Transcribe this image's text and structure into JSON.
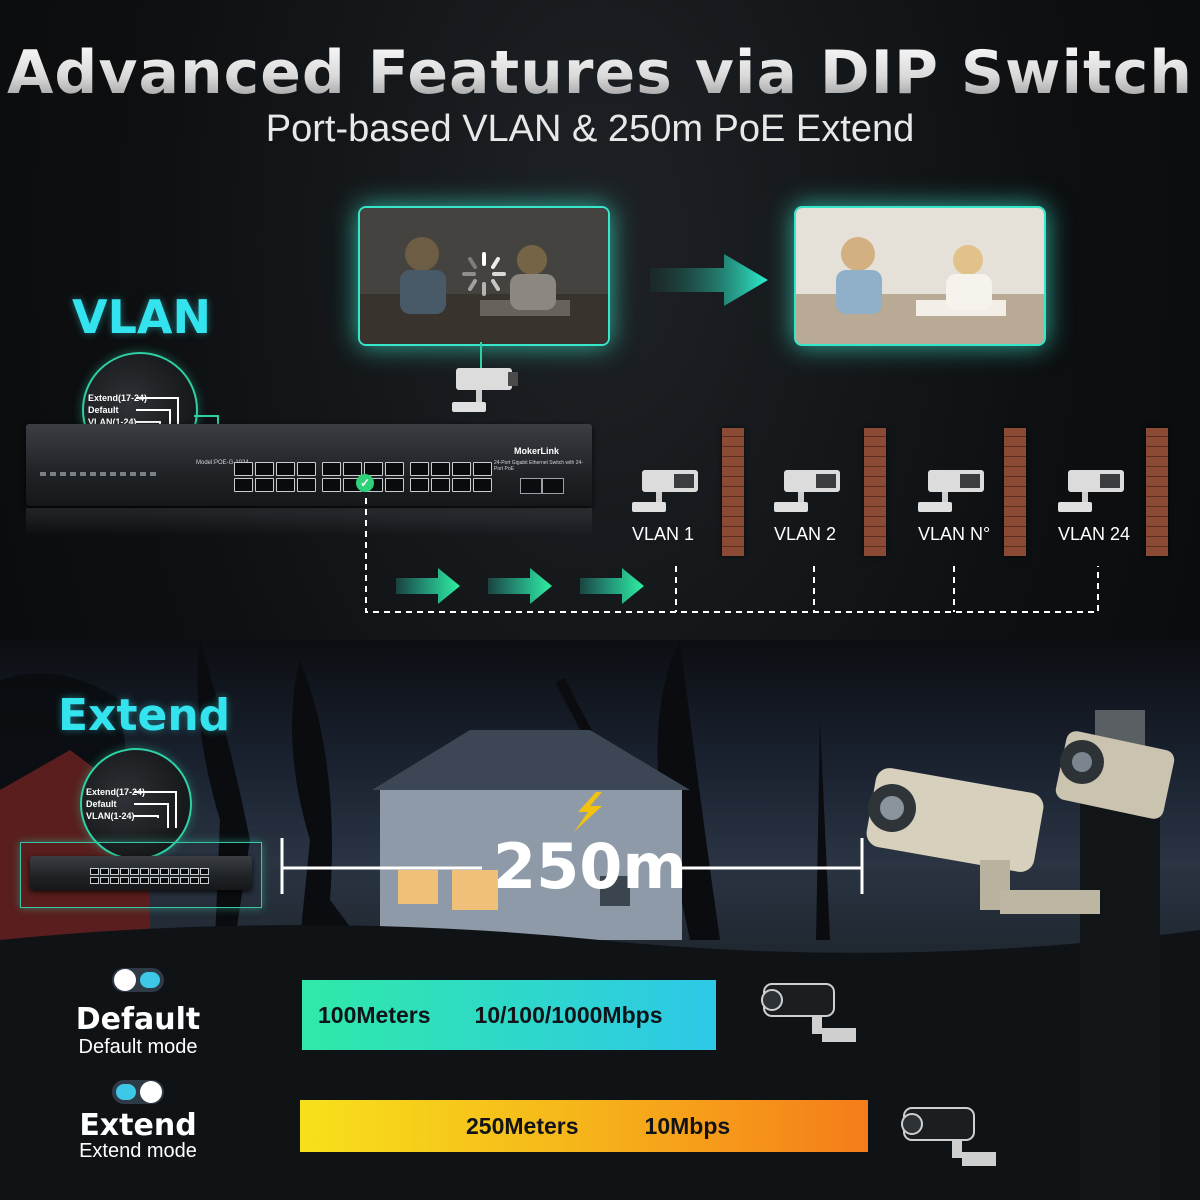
{
  "header": {
    "title": "Advanced Features via DIP Switch",
    "subtitle": "Port-based VLAN & 250m PoE Extend"
  },
  "vlan_section": {
    "label": "VLAN",
    "dip_options": [
      "Extend(17-24)",
      "Default",
      "VLAN(1-24)"
    ],
    "switch_brand": "MokerLink",
    "switch_model": "Model:POE-G-1024",
    "switch_desc": "24-Port Gigabit Ethernet Switch with 24-Port PoE",
    "cameras": [
      {
        "label": "VLAN 1"
      },
      {
        "label": "VLAN 2"
      },
      {
        "label": "VLAN N°"
      },
      {
        "label": "VLAN 24"
      }
    ]
  },
  "extend_section": {
    "label": "Extend",
    "dip_options": [
      "Extend(17-24)",
      "Default",
      "VLAN(1-24)"
    ],
    "distance": "250m"
  },
  "modes": [
    {
      "title": "Default",
      "subtitle": "Default mode",
      "distance": "100Meters",
      "speed": "10/100/1000Mbps"
    },
    {
      "title": "Extend",
      "subtitle": "Extend mode",
      "distance": "250Meters",
      "speed": "10Mbps"
    }
  ],
  "colors": {
    "accent": "#33e4ef",
    "frame_glow": "#38e6c9",
    "default_bar": "#2fe9a8",
    "extend_bar": "#f7d31b"
  }
}
